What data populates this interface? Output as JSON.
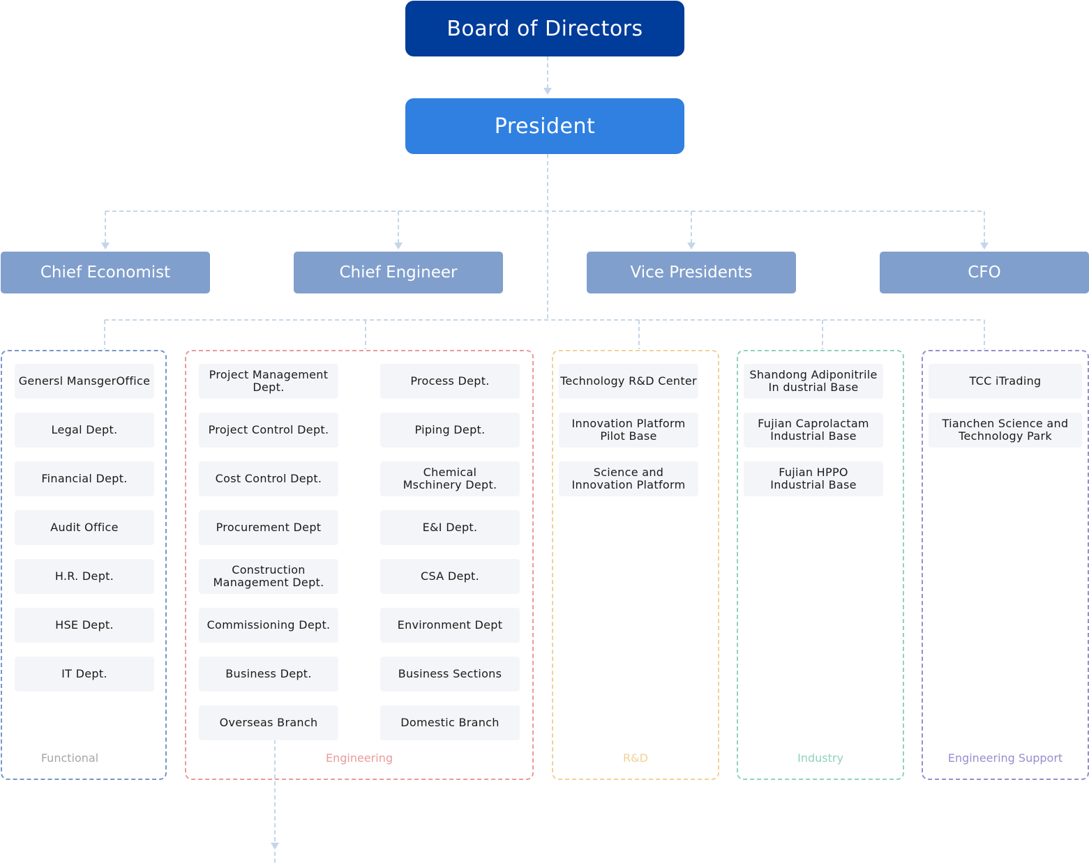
{
  "board": {
    "label": "Board of Directors",
    "color": "#003c99"
  },
  "president": {
    "label": "President",
    "color": "#2f80e0"
  },
  "executives": [
    {
      "label": "Chief Economist"
    },
    {
      "label": "Chief Engineer"
    },
    {
      "label": "Vice Presidents"
    },
    {
      "label": "CFO"
    }
  ],
  "colors": {
    "connector": "#c5d6ea",
    "executive": "#809fcc",
    "dept_bg": "#f4f5f8",
    "functional": "#7896c4",
    "engineering": "#eb9a9a",
    "rd": "#f2d197",
    "industry": "#8fd3b8",
    "engineering_support": "#9a8ccc"
  },
  "groups": [
    {
      "label": "Functional",
      "label_color": "#a6a6a6",
      "border_color": "#7896c4",
      "depts": [
        "Genersl MansgerOffice",
        "Legal Dept.",
        "Financial Dept.",
        "Audit Office",
        "H.R. Dept.",
        "HSE Dept.",
        "IT Dept."
      ]
    },
    {
      "label": "Engineering",
      "label_color": "#eb9a9a",
      "border_color": "#eb9a9a",
      "depts_left": [
        "Project Management Dept.",
        "Project Control Dept.",
        "Cost Control Dept.",
        "Procurement Dept",
        "Construction\nManagement Dept.",
        "Commissioning Dept.",
        "Business Dept.",
        "Overseas Branch"
      ],
      "depts_right": [
        "Process Dept.",
        "Piping Dept.",
        "Chemical\nMschinery Dept.",
        "E&I Dept.",
        "CSA Dept.",
        "Environment Dept",
        "Business Sections",
        "Domestic Branch"
      ]
    },
    {
      "label": "R&D",
      "label_color": "#f2d197",
      "border_color": "#f2d197",
      "depts": [
        "Technology R&D Center",
        "Innovation Platform\nPilot Base",
        "Science and\nInnovation Platform"
      ]
    },
    {
      "label": "Industry",
      "label_color": "#8fd3b8",
      "border_color": "#8fd3b8",
      "depts": [
        "Shandong Adiponitrile\nIn dustrial Base",
        "Fujian Caprolactam\nIndustrial Base",
        "Fujian HPPO\nIndustrial Base"
      ]
    },
    {
      "label": "Engineering Support",
      "label_color": "#9a8ccc",
      "border_color": "#9a8ccc",
      "depts": [
        "TCC iTrading",
        "Tianchen Science and\nTechnology Park"
      ]
    }
  ]
}
